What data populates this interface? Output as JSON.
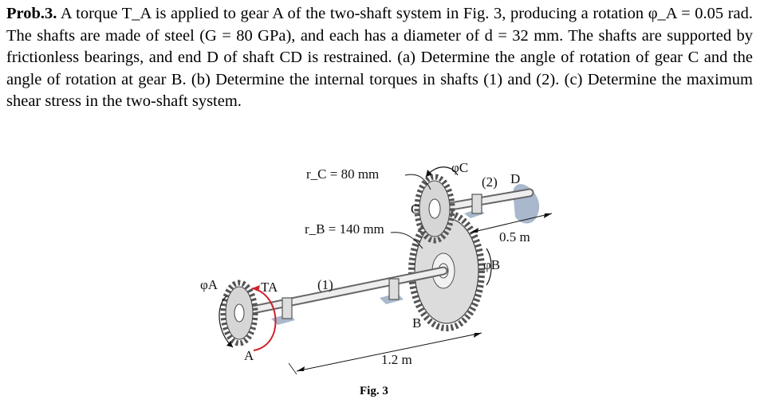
{
  "problem": {
    "label": "Prob.3.",
    "text": "A torque T_A is applied to gear A of the two-shaft system in Fig. 3, producing a rotation φ_A = 0.05 rad. The shafts are made of steel (G = 80 GPa), and each has a diameter of d = 32 mm. The shafts are supported by frictionless bearings, and end D of shaft CD is restrained. (a) Determine the angle of rotation of gear C and the angle of rotation at gear B. (b) Determine the internal torques in shafts (1) and (2). (c) Determine the maximum shear stress in the two-shaft system."
  },
  "figure": {
    "rc_label": "r_C = 80 mm",
    "rb_label": "r_B = 140 mm",
    "phi_c": "φC",
    "phi_b": "φB",
    "phi_a": "φA",
    "ta": "TA",
    "shaft1": "(1)",
    "shaft2": "(2)",
    "point_a": "A",
    "point_b": "B",
    "point_c": "C",
    "point_d": "D",
    "len_1": "1.2 m",
    "len_2": "0.5 m",
    "caption": "Fig. 3"
  }
}
